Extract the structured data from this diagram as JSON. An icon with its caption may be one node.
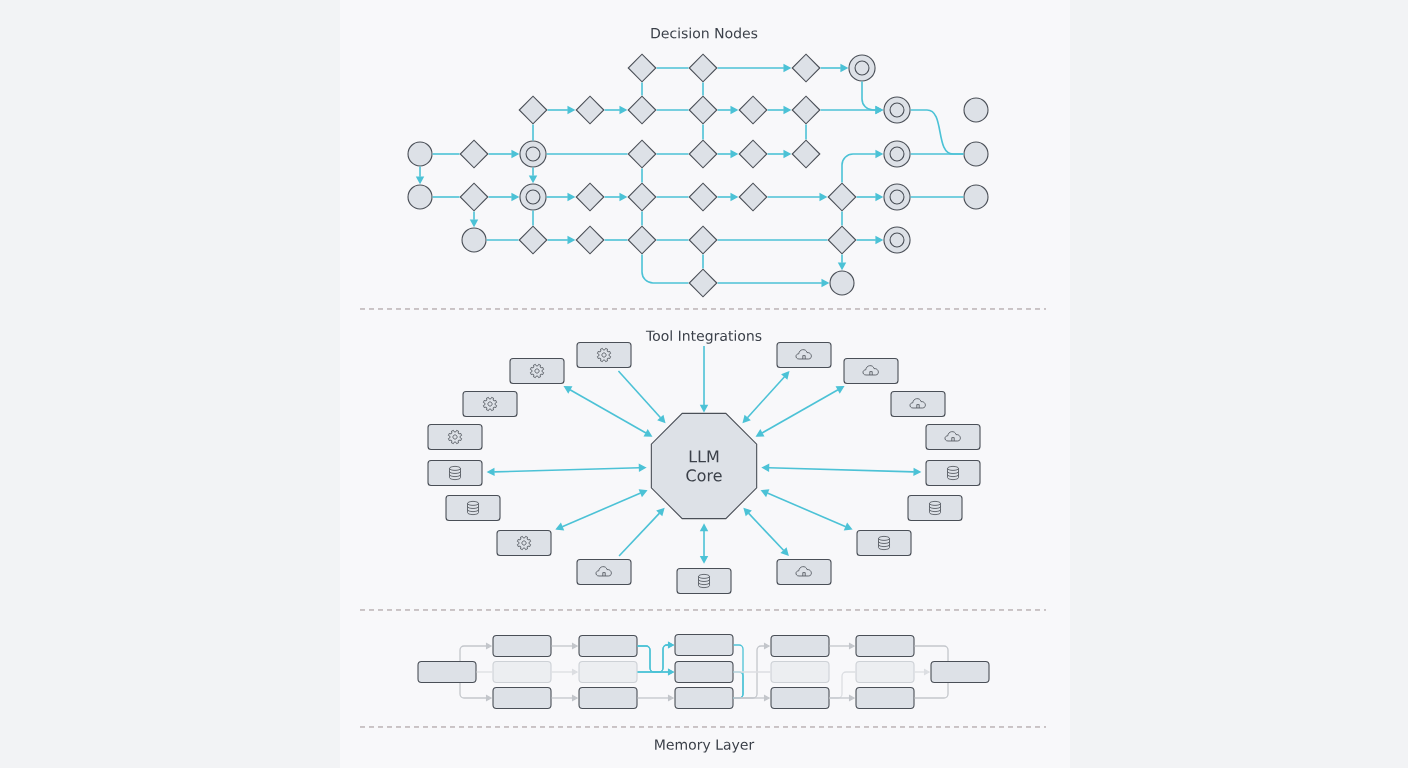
{
  "diagram": {
    "nodes": [
      {
        "text": [],
        "shape": "diamond"
      },
      {
        "text": [],
        "shape": "diamond"
      },
      {
        "text": [],
        "shape": "diamond"
      },
      {
        "text": [],
        "shape": "circle"
      },
      {
        "text": [],
        "shape": "diamond"
      },
      {
        "text": [],
        "shape": "diamond"
      },
      {
        "text": [],
        "shape": "diamond"
      },
      {
        "text": [],
        "shape": "diamond"
      },
      {
        "text": [],
        "shape": "diamond"
      },
      {
        "text": [],
        "shape": "diamond"
      },
      {
        "text": [],
        "shape": "circle"
      },
      {
        "text": [],
        "shape": "circle"
      },
      {
        "text": [],
        "shape": "circle"
      },
      {
        "text": [],
        "shape": "diamond"
      },
      {
        "text": [],
        "shape": "circle"
      },
      {
        "text": [],
        "shape": "diamond"
      },
      {
        "text": [],
        "shape": "diamond"
      },
      {
        "text": [],
        "shape": "diamond"
      },
      {
        "text": [],
        "shape": "diamond"
      },
      {
        "text": [],
        "shape": "circle"
      },
      {
        "text": [],
        "shape": "circle"
      },
      {
        "text": [],
        "shape": "circle"
      },
      {
        "text": [],
        "shape": "diamond"
      },
      {
        "text": [],
        "shape": "circle"
      },
      {
        "text": [],
        "shape": "diamond"
      },
      {
        "text": [],
        "shape": "diamond"
      },
      {
        "text": [],
        "shape": "diamond"
      },
      {
        "text": [],
        "shape": "diamond"
      },
      {
        "text": [],
        "shape": "diamond"
      },
      {
        "text": [],
        "shape": "circle"
      },
      {
        "text": [],
        "shape": "circle"
      },
      {
        "text": [],
        "shape": "circle"
      },
      {
        "text": [],
        "shape": "diamond"
      },
      {
        "text": [],
        "shape": "diamond"
      },
      {
        "text": [],
        "shape": "diamond"
      },
      {
        "text": [],
        "shape": "diamond"
      },
      {
        "text": [],
        "shape": "diamond"
      },
      {
        "text": [],
        "shape": "circle"
      },
      {
        "text": [],
        "shape": "diamond"
      },
      {
        "text": [],
        "shape": "circle"
      },
      {
        "text": [
          "Tool Integrations"
        ]
      },
      {
        "text": [
          "LLM Core"
        ]
      },
      {
        "text": [],
        "shape": "box"
      },
      {
        "text": [],
        "shape": "box"
      },
      {
        "text": [],
        "shape": "box"
      },
      {
        "text": [],
        "shape": "box"
      },
      {
        "text": [],
        "shape": "box"
      },
      {
        "text": [],
        "shape": "box"
      },
      {
        "text": [],
        "shape": "box"
      },
      {
        "text": [],
        "shape": "box"
      },
      {
        "text": [],
        "shape": "box"
      },
      {
        "text": [],
        "shape": "box"
      },
      {
        "text": [],
        "shape": "box"
      },
      {
        "text": [],
        "shape": "box"
      },
      {
        "text": [],
        "shape": "box"
      },
      {
        "text": [],
        "shape": "box"
      },
      {
        "text": [],
        "shape": "box"
      },
      {
        "text": [],
        "shape": "box"
      },
      {
        "text": [],
        "shape": "box"
      },
      {
        "text": [],
        "shape": "box"
      },
      {
        "text": [],
        "shape": "box"
      },
      {
        "text": [],
        "shape": "box"
      },
      {
        "text": [],
        "shape": "box"
      },
      {
        "text": [],
        "shape": "box"
      },
      {
        "text": [],
        "shape": "box"
      },
      {
        "text": [],
        "shape": "box"
      },
      {
        "text": [],
        "shape": "box"
      },
      {
        "text": [],
        "shape": "box"
      },
      {
        "text": [],
        "shape": "box"
      },
      {
        "text": [],
        "shape": "box"
      },
      {
        "text": [],
        "shape": "box"
      },
      {
        "text": [],
        "shape": "box"
      },
      {
        "text": [],
        "shape": "box"
      },
      {
        "text": [],
        "shape": "box"
      },
      {
        "text": [],
        "shape": "box"
      },
      {
        "text": [],
        "shape": "box"
      }
    ],
    "edges": [
      {
        "from": 12,
        "to": 13,
        "arrow": "none"
      },
      {
        "from": 13,
        "to": 14,
        "arrow": "to"
      },
      {
        "from": 12,
        "to": 21,
        "arrow": "to"
      },
      {
        "from": 21,
        "to": 22,
        "arrow": "none"
      },
      {
        "from": 22,
        "to": 23,
        "arrow": "to"
      },
      {
        "from": 22,
        "to": 31,
        "arrow": "to"
      },
      {
        "from": 31,
        "to": 32,
        "arrow": "none"
      },
      {
        "from": 32,
        "to": 33,
        "arrow": "to"
      },
      {
        "from": 33,
        "to": 34,
        "arrow": "none"
      },
      {
        "from": 14,
        "to": 23,
        "arrow": "to"
      },
      {
        "from": 4,
        "to": 14,
        "arrow": "none"
      },
      {
        "from": 23,
        "to": 32,
        "arrow": "none"
      },
      {
        "from": 4,
        "to": 5,
        "arrow": "to"
      },
      {
        "from": 5,
        "to": 6,
        "arrow": "to"
      },
      {
        "from": 23,
        "to": 24,
        "arrow": "to"
      },
      {
        "from": 24,
        "to": 25,
        "arrow": "to"
      },
      {
        "from": 14,
        "to": 15,
        "arrow": "none"
      },
      {
        "from": 0,
        "to": 6,
        "arrow": "none"
      },
      {
        "from": 0,
        "to": 1,
        "arrow": "none"
      },
      {
        "from": 6,
        "to": 7,
        "arrow": "none"
      },
      {
        "from": 15,
        "to": 25,
        "arrow": "none"
      },
      {
        "from": 15,
        "to": 16,
        "arrow": "none"
      },
      {
        "from": 25,
        "to": 34,
        "arrow": "none"
      },
      {
        "from": 25,
        "to": 26,
        "arrow": "none"
      },
      {
        "from": 34,
        "to": 35,
        "arrow": "none"
      },
      {
        "from": 34,
        "to": 38,
        "arrow": "none"
      },
      {
        "from": 1,
        "to": 7,
        "arrow": "none"
      },
      {
        "from": 7,
        "to": 16,
        "arrow": "none"
      },
      {
        "from": 35,
        "to": 38,
        "arrow": "none"
      },
      {
        "from": 1,
        "to": 2,
        "arrow": "to"
      },
      {
        "from": 2,
        "to": 3,
        "arrow": "to"
      },
      {
        "from": 3,
        "to": 10,
        "arrow": "to"
      },
      {
        "from": 7,
        "to": 8,
        "arrow": "to"
      },
      {
        "from": 8,
        "to": 9,
        "arrow": "to"
      },
      {
        "from": 9,
        "to": 10,
        "arrow": "to"
      },
      {
        "from": 9,
        "to": 18,
        "arrow": "none"
      },
      {
        "from": 16,
        "to": 17,
        "arrow": "to"
      },
      {
        "from": 17,
        "to": 18,
        "arrow": "to"
      },
      {
        "from": 10,
        "to": 20,
        "arrow": "none"
      },
      {
        "from": 19,
        "to": 20,
        "arrow": "none"
      },
      {
        "from": 26,
        "to": 27,
        "arrow": "to"
      },
      {
        "from": 27,
        "to": 28,
        "arrow": "to"
      },
      {
        "from": 28,
        "to": 19,
        "arrow": "to"
      },
      {
        "from": 28,
        "to": 29,
        "arrow": "to"
      },
      {
        "from": 29,
        "to": 30,
        "arrow": "none"
      },
      {
        "from": 28,
        "to": 36,
        "arrow": "none"
      },
      {
        "from": 35,
        "to": 36,
        "arrow": "none"
      },
      {
        "from": 36,
        "to": 37,
        "arrow": "to"
      },
      {
        "from": 36,
        "to": 39,
        "arrow": "to"
      },
      {
        "from": 38,
        "to": 39,
        "arrow": "to"
      },
      {
        "from": 40,
        "to": 41,
        "arrow": "to"
      },
      {
        "from": 42,
        "to": 41,
        "arrow": "to"
      },
      {
        "from": 44,
        "to": 41,
        "arrow": "both"
      },
      {
        "from": 50,
        "to": 41,
        "arrow": "both"
      },
      {
        "from": 54,
        "to": 41,
        "arrow": "both"
      },
      {
        "from": 56,
        "to": 41,
        "arrow": "to"
      },
      {
        "from": 58,
        "to": 41,
        "arrow": "both"
      },
      {
        "from": 43,
        "to": 41,
        "arrow": "both"
      },
      {
        "from": 45,
        "to": 41,
        "arrow": "both"
      },
      {
        "from": 51,
        "to": 41,
        "arrow": "both"
      },
      {
        "from": 55,
        "to": 41,
        "arrow": "both"
      },
      {
        "from": 57,
        "to": 41,
        "arrow": "both"
      },
      {
        "from": 59,
        "to": 61,
        "arrow": "none",
        "color": "#dcdee2"
      },
      {
        "from": 61,
        "to": 64,
        "arrow": "to",
        "color": "#dcdee2"
      },
      {
        "from": 71,
        "to": 73,
        "arrow": "none",
        "color": "#dcdee2"
      },
      {
        "from": 73,
        "to": 75,
        "arrow": "to",
        "color": "#dcdee2"
      },
      {
        "from": 59,
        "to": 60,
        "arrow": "to",
        "color": "#c3c6cb"
      },
      {
        "from": 59,
        "to": 62,
        "arrow": "to",
        "color": "#c3c6cb"
      },
      {
        "from": 60,
        "to": 63,
        "arrow": "to",
        "color": "#c3c6cb"
      },
      {
        "from": 62,
        "to": 65,
        "arrow": "to",
        "color": "#c3c6cb"
      },
      {
        "from": 63,
        "to": 66,
        "arrow": "to"
      },
      {
        "from": 63,
        "to": 67,
        "arrow": "to"
      },
      {
        "from": 64,
        "to": 66,
        "arrow": "to"
      },
      {
        "from": 64,
        "to": 67,
        "arrow": "to"
      },
      {
        "from": 65,
        "to": 68,
        "arrow": "to",
        "color": "#c3c6cb"
      },
      {
        "from": 66,
        "to": 68,
        "arrow": "none"
      },
      {
        "from": 67,
        "to": 68,
        "arrow": "none"
      },
      {
        "from": 68,
        "to": 69,
        "arrow": "to",
        "color": "#c3c6cb"
      },
      {
        "from": 68,
        "to": 71,
        "arrow": "to",
        "color": "#c3c6cb"
      },
      {
        "from": 67,
        "to": 70,
        "arrow": "none",
        "color": "#dcdee2"
      },
      {
        "from": 69,
        "to": 72,
        "arrow": "to",
        "color": "#c3c6cb"
      },
      {
        "from": 71,
        "to": 74,
        "arrow": "to",
        "color": "#c3c6cb"
      },
      {
        "from": 72,
        "to": 75,
        "arrow": "none",
        "color": "#c3c6cb"
      },
      {
        "from": 74,
        "to": 75,
        "arrow": "none",
        "color": "#c3c6cb"
      }
    ],
    "labels": [
      "Decision Nodes",
      "Memory Layer"
    ]
  }
}
